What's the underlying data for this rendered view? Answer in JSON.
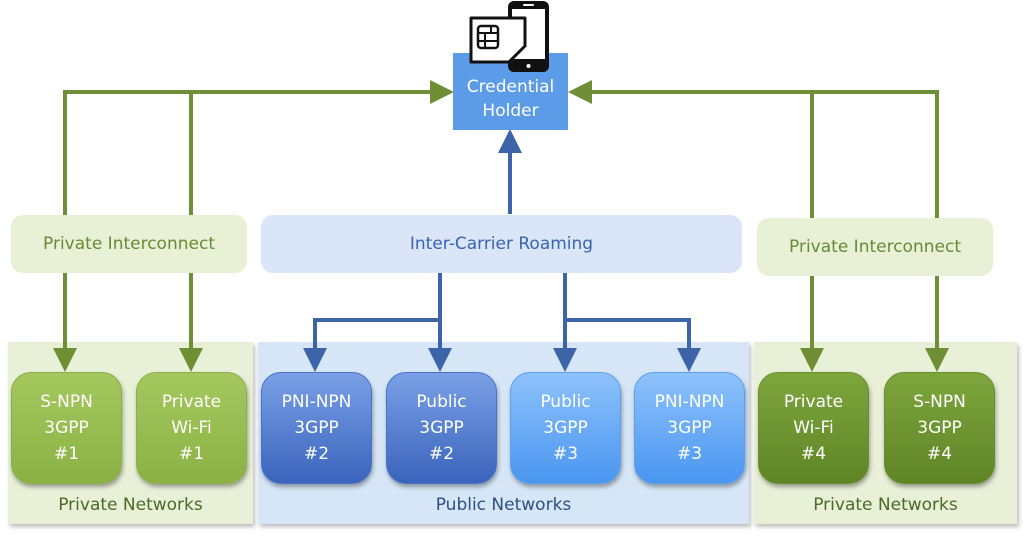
{
  "credential_holder": {
    "label_line1": "Credential",
    "label_line2": "Holder",
    "icons": [
      "sim-card-icon",
      "smartphone-icon"
    ]
  },
  "hubs": {
    "left": "Private Interconnect",
    "center": "Inter-Carrier Roaming",
    "right": "Private Interconnect"
  },
  "groups": {
    "left": "Private Networks",
    "center": "Public Networks",
    "right": "Private Networks"
  },
  "nodes": [
    {
      "l1": "S-NPN",
      "l2": "3GPP",
      "l3": "#1"
    },
    {
      "l1": "Private",
      "l2": "Wi-Fi",
      "l3": "#1"
    },
    {
      "l1": "PNI-NPN",
      "l2": "3GPP",
      "l3": "#2"
    },
    {
      "l1": "Public",
      "l2": "3GPP",
      "l3": "#2"
    },
    {
      "l1": "Public",
      "l2": "3GPP",
      "l3": "#3"
    },
    {
      "l1": "PNI-NPN",
      "l2": "3GPP",
      "l3": "#3"
    },
    {
      "l1": "Private",
      "l2": "Wi-Fi",
      "l3": "#4"
    },
    {
      "l1": "S-NPN",
      "l2": "3GPP",
      "l3": "#4"
    }
  ],
  "colors": {
    "green_line": "#6f8f36",
    "blue_line": "#3c64a8",
    "credential_fill": "#5b9be8"
  }
}
